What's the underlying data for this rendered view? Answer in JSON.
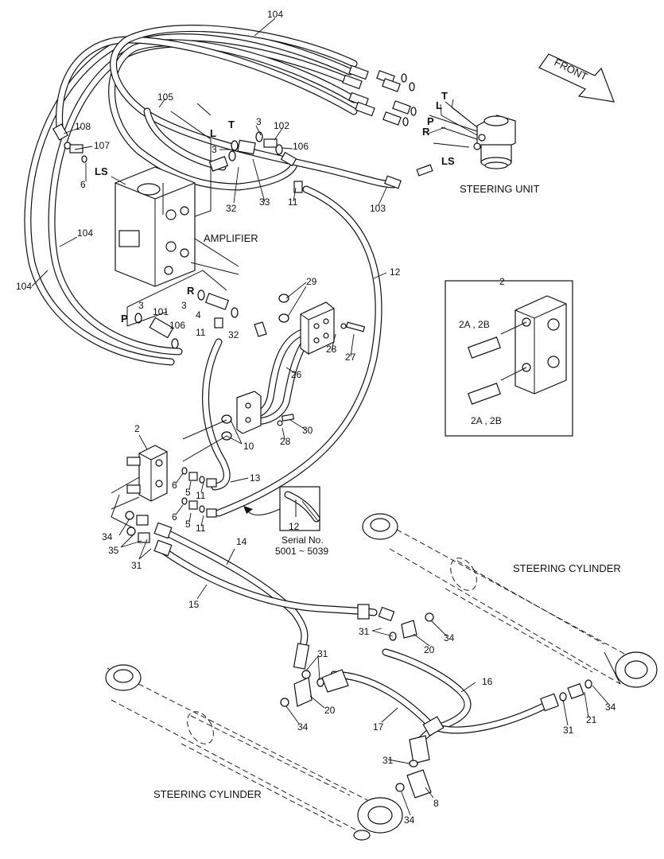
{
  "captions": {
    "steering_unit": "STEERING UNIT",
    "amplifier": "AMPLIFIER",
    "cylinder_right": "STEERING CYLINDER",
    "cylinder_left": "STEERING CYLINDER",
    "front": "FRONT"
  },
  "detail_2": {
    "title": "2",
    "label_top": "2A , 2B",
    "label_bottom": "2A , 2B"
  },
  "serial_box": {
    "part": "12",
    "line1": "Serial No.",
    "line2": "5001 ~ 5039"
  },
  "port_letters": {
    "t_upper": "T",
    "l_upper": "L",
    "p_upper": "P",
    "r_upper": "R",
    "ls_upper": "LS",
    "t_amp": "T",
    "l_amp": "L",
    "ls_amp": "LS",
    "r_amp": "R",
    "p_amp": "P"
  },
  "callouts": {
    "c104_top": "104",
    "c105": "105",
    "c108": "108",
    "c107": "107",
    "c6_top": "6",
    "c3_a": "3",
    "c102": "102",
    "c106_a": "106",
    "c3_b": "3",
    "c32_a": "32",
    "c33": "33",
    "c11_a": "11",
    "c103": "103",
    "c104_left": "104",
    "c104_bottom": "104",
    "c12": "12",
    "c29": "29",
    "c3_c": "3",
    "c3_d": "3",
    "c4": "4",
    "c101": "101",
    "c106_b": "106",
    "c11_b": "11",
    "c32_b": "32",
    "c28_a": "28",
    "c27": "27",
    "c26": "26",
    "c2": "2",
    "c28_b": "28",
    "c30": "30",
    "c10": "10",
    "c13": "13",
    "c6_a": "6",
    "c5_a": "5",
    "c11_c": "11",
    "c6_b": "6",
    "c5_b": "5",
    "c11_d": "11",
    "c34_a": "34",
    "c35": "35",
    "c31_a": "31",
    "c14": "14",
    "c15": "15",
    "c31_b": "31",
    "c20_a": "20",
    "c34_b": "34",
    "c31_c": "31",
    "c20_b": "20",
    "c34_c": "34",
    "c16": "16",
    "c17": "17",
    "c31_d": "31",
    "c21": "21",
    "c34_d": "34",
    "c31_e": "31",
    "c8": "8",
    "c34_e": "34"
  }
}
